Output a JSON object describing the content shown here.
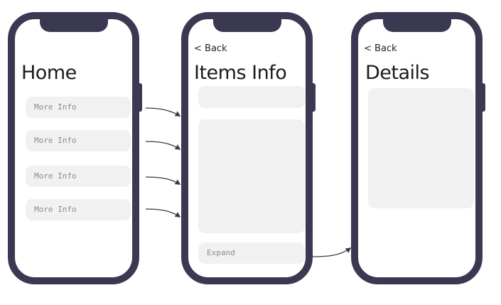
{
  "screens": {
    "home": {
      "title": "Home",
      "buttons": [
        {
          "label": "More Info"
        },
        {
          "label": "More Info"
        },
        {
          "label": "More Info"
        },
        {
          "label": "More Info"
        }
      ]
    },
    "items_info": {
      "back_label": "< Back",
      "title": "Items Info",
      "expand_label": "Expand"
    },
    "details": {
      "back_label": "< Back",
      "title": "Details"
    }
  },
  "colors": {
    "phone_frame": "#3b3952",
    "placeholder_fill": "#f1f1f1",
    "arrow": "#3b3952"
  }
}
